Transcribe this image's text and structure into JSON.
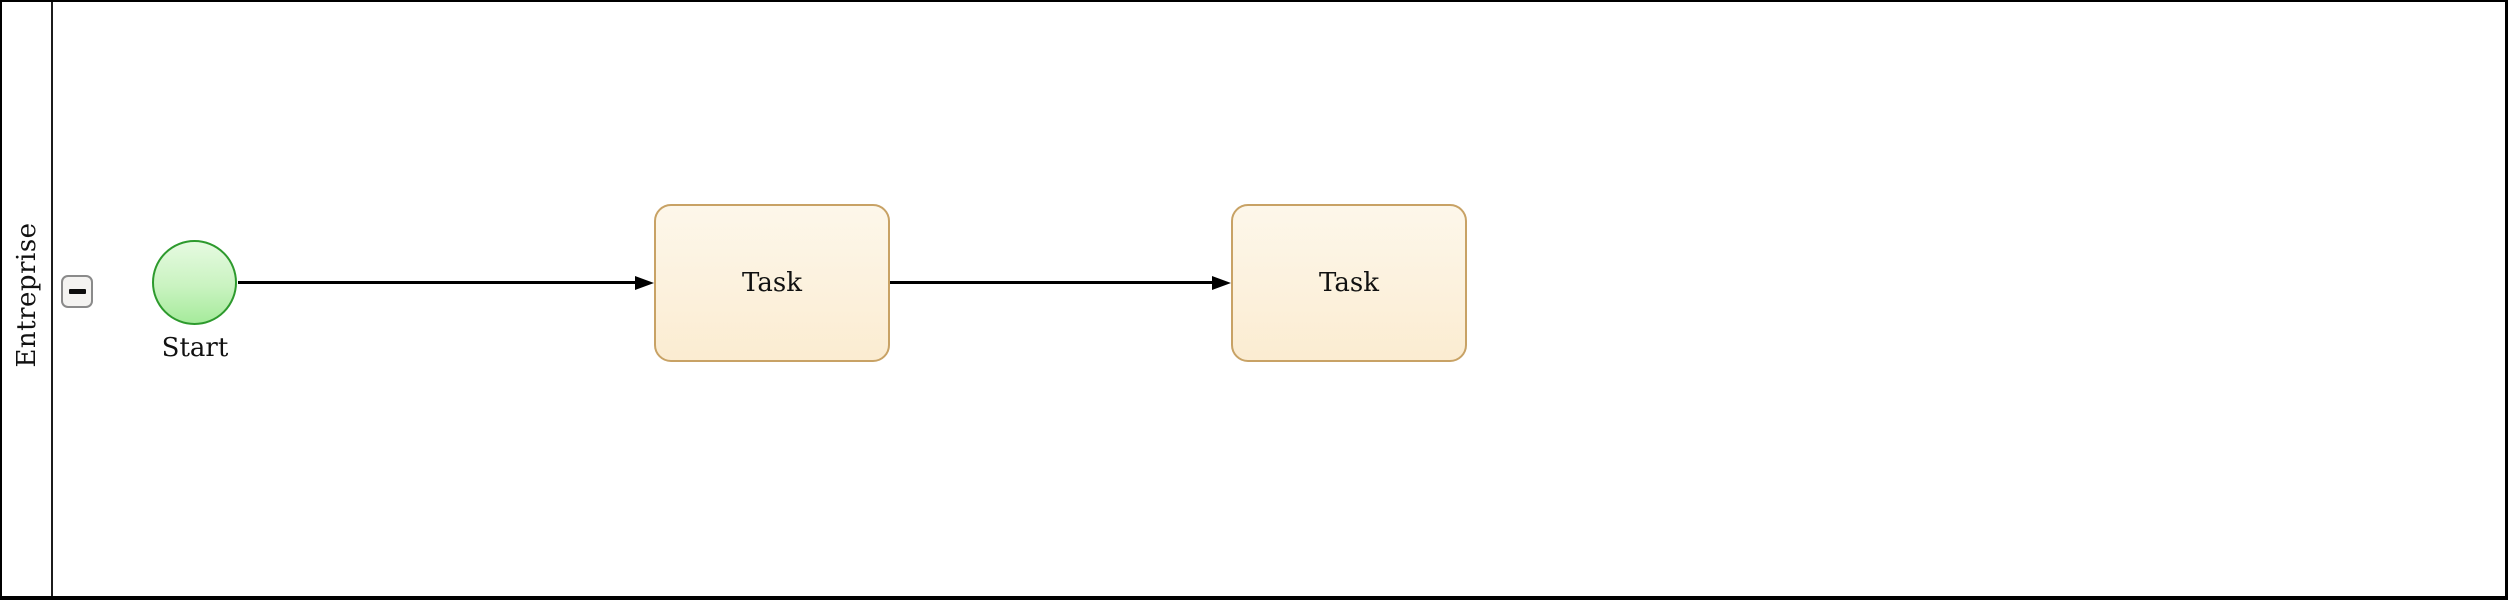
{
  "diagram": {
    "type": "bpmn-process",
    "pool": {
      "lane_label": "Entreprise",
      "collapse_button_label": "−"
    },
    "nodes": {
      "start": {
        "type": "start-event",
        "label": "Start"
      },
      "task1": {
        "type": "task",
        "label": "Task"
      },
      "task2": {
        "type": "task",
        "label": "Task"
      }
    },
    "edges": [
      {
        "from": "start",
        "to": "task1",
        "type": "sequence-flow"
      },
      {
        "from": "task1",
        "to": "task2",
        "type": "sequence-flow"
      }
    ],
    "colors": {
      "pool_border": "#000000",
      "lane_divider": "#1c1c1c",
      "start_event_border": "#2d9a2d",
      "start_event_fill_top": "#e6fae1",
      "start_event_fill_bottom": "#a6eb9c",
      "task_border": "#c8a265",
      "task_fill_top": "#fdf7ea",
      "task_fill_bottom": "#fbecd1",
      "flow": "#000000",
      "collapse_button_fill": "#f4f3f1",
      "collapse_button_border": "#8a8a8a",
      "canvas_background": "#ffffff"
    }
  }
}
